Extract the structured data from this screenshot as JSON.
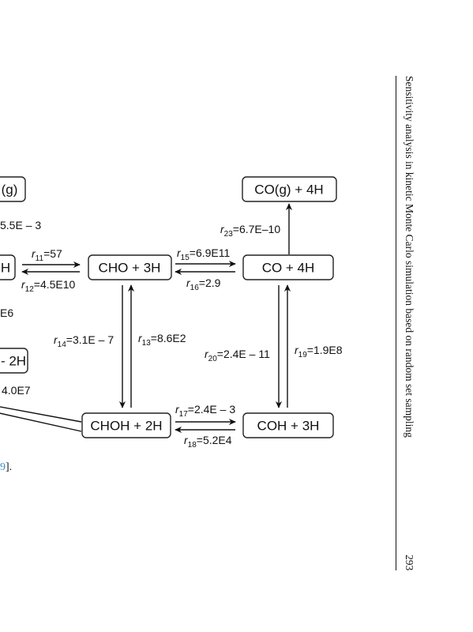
{
  "running_head": "Sensitivity analysis in kinetic Monte Carlo simulation based on random set sampling",
  "page_number": "293",
  "caption": {
    "prefix": "",
    "ref": "9",
    "suffix": "]."
  },
  "nodes": {
    "cog_partial": "(g)",
    "h_partial": "H",
    "twoh_partial": "- 2H",
    "cho": "CHO + 3H",
    "choh": "CHOH + 2H",
    "co": "CO + 4H",
    "coh": "COH + 3H",
    "cog": "CO(g) + 4H"
  },
  "rates": {
    "partial_top": {
      "sym": "",
      "sub": "",
      "val": "5.5E – 3"
    },
    "partial_mid": {
      "sym": "",
      "sub": "",
      "val": "E6"
    },
    "partial_low": {
      "sym": "",
      "sub": "",
      "val": "4.0E7"
    },
    "r11": {
      "sym": "r",
      "sub": "11",
      "val": "=57"
    },
    "r12": {
      "sym": "r",
      "sub": "12",
      "val": "=4.5E10"
    },
    "r13": {
      "sym": "r",
      "sub": "13",
      "val": "=8.6E2"
    },
    "r14": {
      "sym": "r",
      "sub": "14",
      "val": "=3.1E – 7"
    },
    "r15": {
      "sym": "r",
      "sub": "15",
      "val": "=6.9E11"
    },
    "r16": {
      "sym": "r",
      "sub": "16",
      "val": "=2.9"
    },
    "r17": {
      "sym": "r",
      "sub": "17",
      "val": "=2.4E – 3"
    },
    "r18": {
      "sym": "r",
      "sub": "18",
      "val": "=5.2E4"
    },
    "r19": {
      "sym": "r",
      "sub": "19",
      "val": "=1.9E8"
    },
    "r20": {
      "sym": "r",
      "sub": "20",
      "val": "=2.4E – 11"
    },
    "r23": {
      "sym": "r",
      "sub": "23",
      "val": "=6.7E–10"
    }
  }
}
